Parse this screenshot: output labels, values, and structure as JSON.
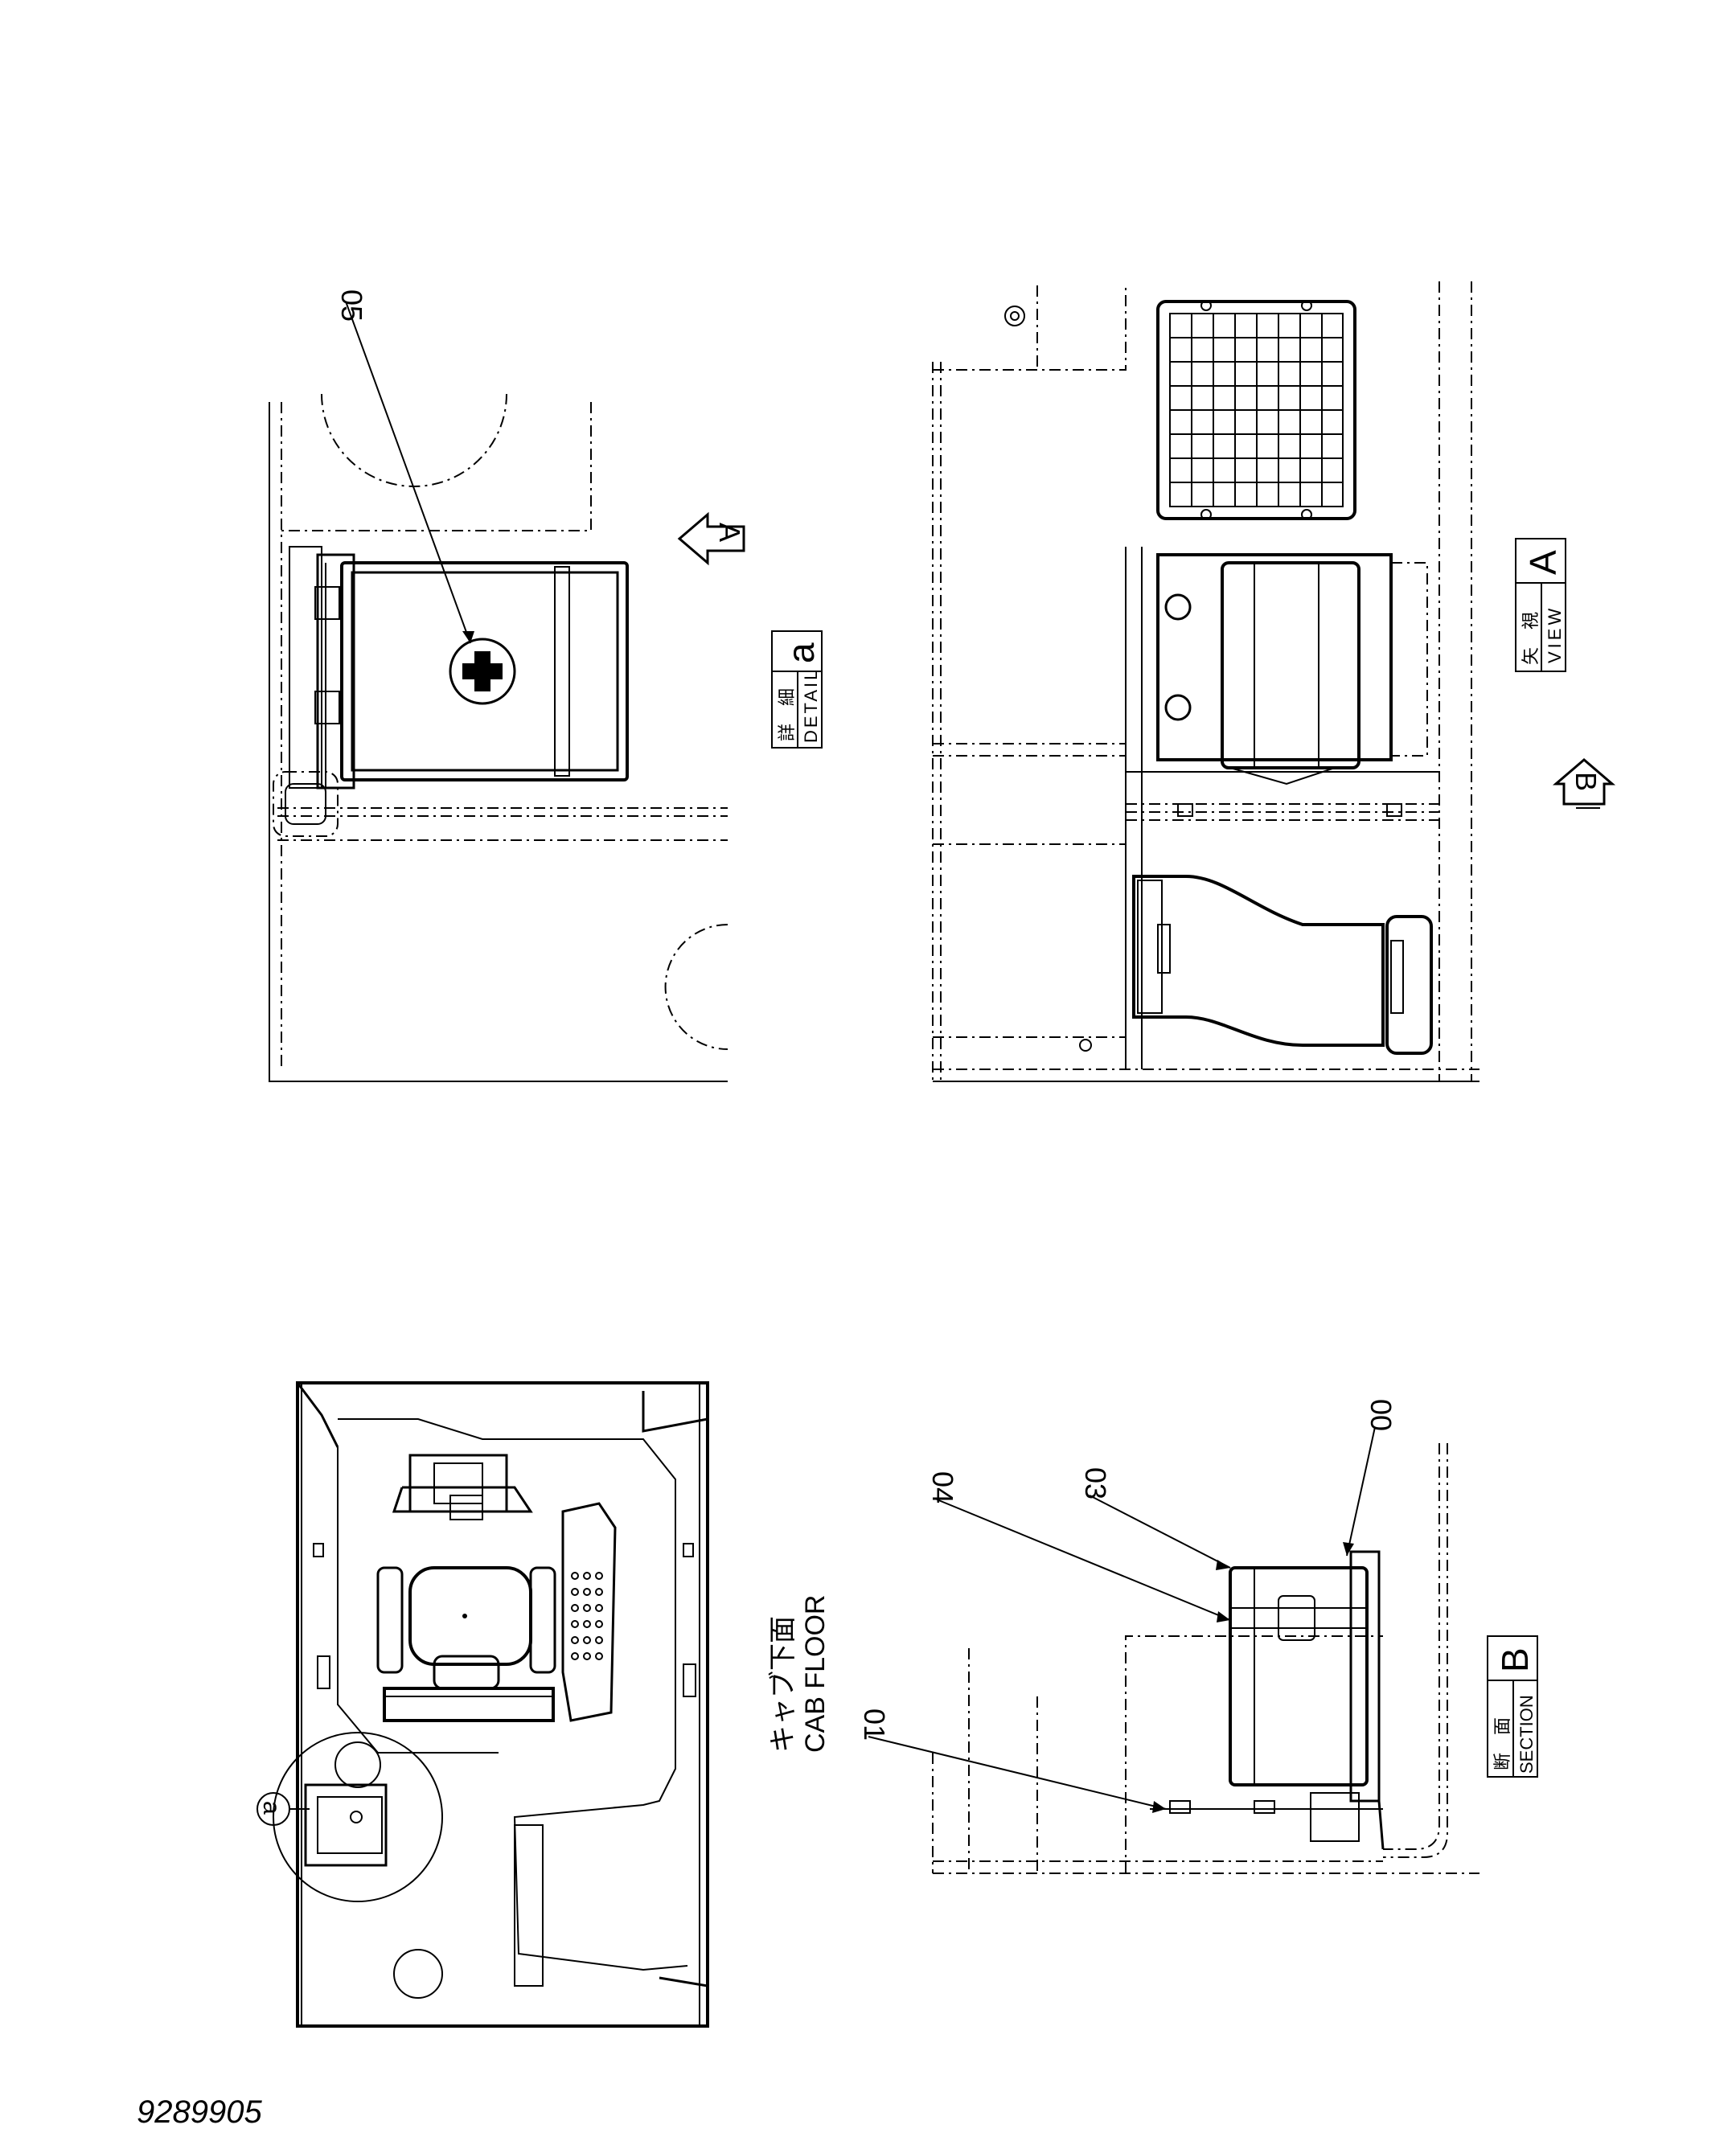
{
  "drawing_number": "9289905",
  "callouts": {
    "p05": "05",
    "p01": "01",
    "p04": "04",
    "p03": "03",
    "p00": "00"
  },
  "detail_a": {
    "jp": "詳　細",
    "en": "DETAIL",
    "letter": "a"
  },
  "view_a": {
    "jp": "矢　視",
    "en": "VIEW",
    "letter": "A"
  },
  "section_b": {
    "jp": "断　面",
    "en": "SECTION",
    "letter": "B"
  },
  "cab_floor": {
    "jp": "キャブ下面",
    "en": "CAB FLOOR"
  },
  "circle_ref": "a",
  "arrow_a": "A",
  "arrow_b": "B"
}
